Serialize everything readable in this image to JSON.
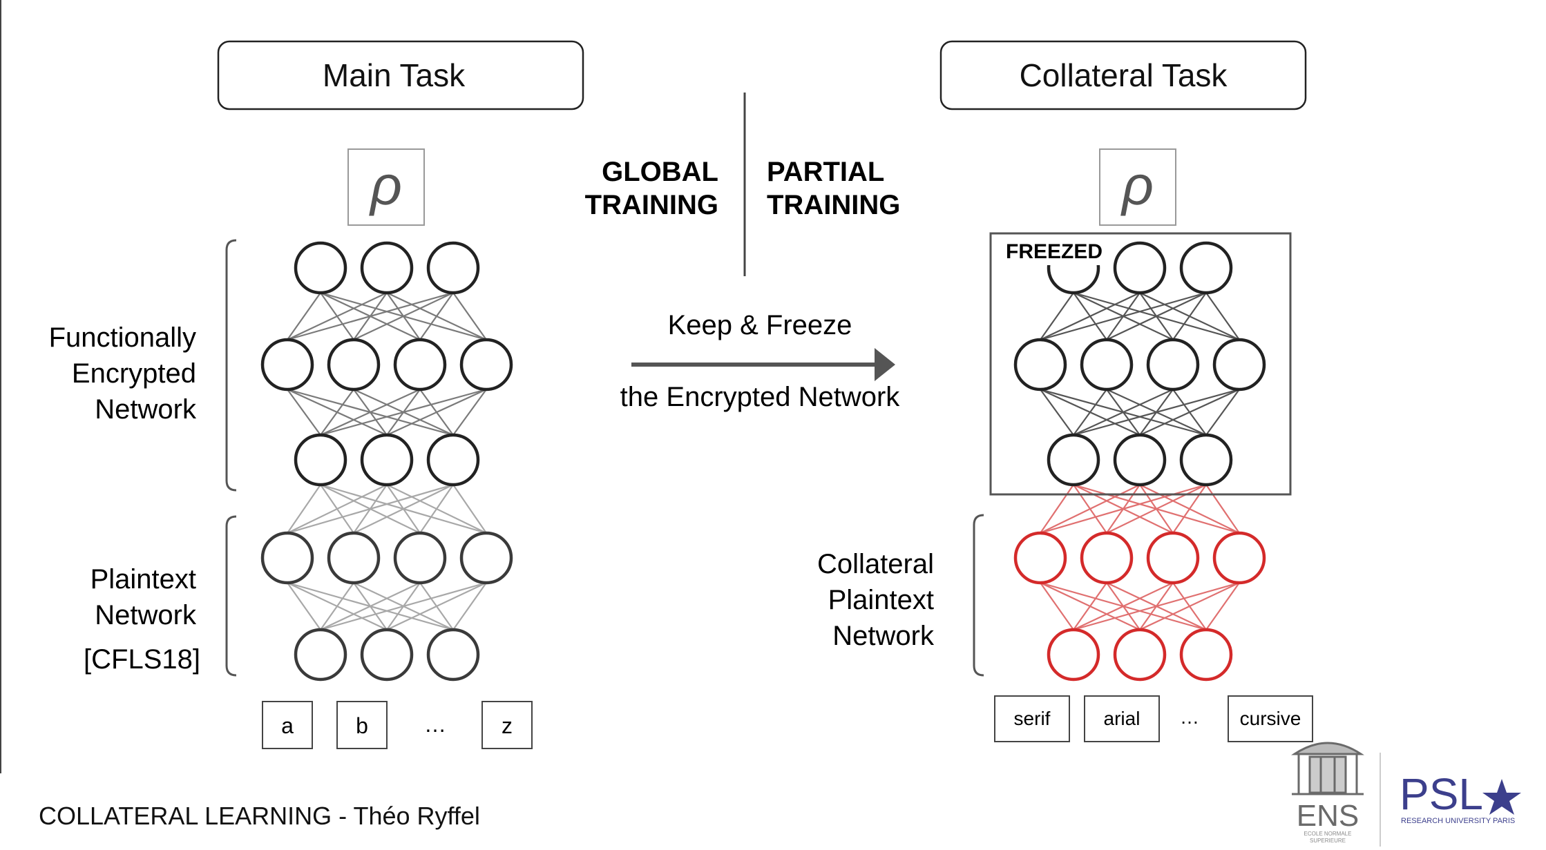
{
  "main_task": {
    "title": "Main Task",
    "input_glyph": "ρ",
    "encrypted_label": [
      "Functionally",
      "Encrypted",
      "Network"
    ],
    "plaintext_label": [
      "Plaintext",
      "Network",
      "[CFLS18]"
    ],
    "outputs": [
      "a",
      "b",
      "…",
      "z"
    ]
  },
  "collateral_task": {
    "title": "Collateral Task",
    "input_glyph": "ρ",
    "freezed_label": "FREEZED",
    "plaintext_label": [
      "Collateral",
      "Plaintext",
      "Network"
    ],
    "outputs": [
      "serif",
      "arial",
      "…",
      "cursive"
    ]
  },
  "center": {
    "left_heading": [
      "GLOBAL",
      "TRAINING"
    ],
    "right_heading": [
      "PARTIAL",
      "TRAINING"
    ],
    "arrow_text_top": "Keep & Freeze",
    "arrow_text_bottom": "the Encrypted Network"
  },
  "footer": {
    "caption": "COLLATERAL LEARNING - Théo Ryffel",
    "logo_ens": "ENS",
    "logo_ens_sub": [
      "ECOLE NORMALE",
      "SUPERIEURE"
    ],
    "logo_psl": "PSL",
    "logo_psl_sub": "RESEARCH UNIVERSITY PARIS"
  },
  "colors": {
    "node_stroke": "#222222",
    "edge_gray": "#7a7a7a",
    "edge_light": "#a8a8a8",
    "collateral_red": "#d42a2a",
    "collateral_edge": "#e07070",
    "psl_purple": "#3c3f8c",
    "ens_gray": "#6a6a6a"
  }
}
